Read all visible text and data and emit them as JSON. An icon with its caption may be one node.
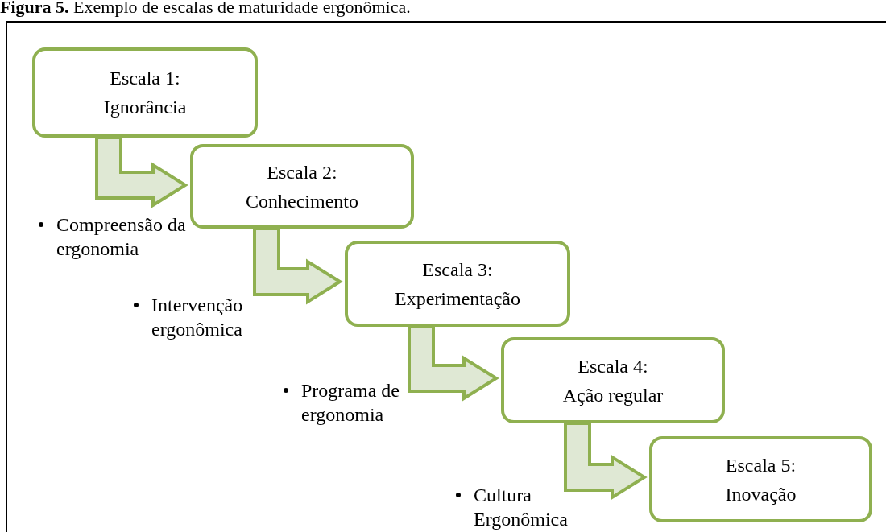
{
  "diagram": {
    "title": "**Figura 5.** Exemplo de escalas de maturidade ergonômica.",
    "nodes": [
      {
        "text": [
          "Escala 1:",
          "Ignorância"
        ]
      },
      {
        "text": [
          "Escala 2:",
          "Conhecimento"
        ]
      },
      {
        "text": [
          "Escala 3:",
          "Experimentação"
        ]
      },
      {
        "text": [
          "Escala 4:",
          "Ação regular"
        ]
      },
      {
        "text": [
          "Escala 5:",
          "Inovação"
        ]
      }
    ],
    "edges": [
      {
        "from": 0,
        "to": 1,
        "arrow": "to"
      },
      {
        "from": 1,
        "to": 2,
        "arrow": "to"
      },
      {
        "from": 2,
        "to": 3,
        "arrow": "to"
      },
      {
        "from": 3,
        "to": 4,
        "arrow": "to"
      }
    ],
    "labels": [
      "Compreensão da ergonomia",
      "Intervenção ergonômica",
      "Programa de ergonomia",
      "Cultura Ergonômica"
    ]
  }
}
